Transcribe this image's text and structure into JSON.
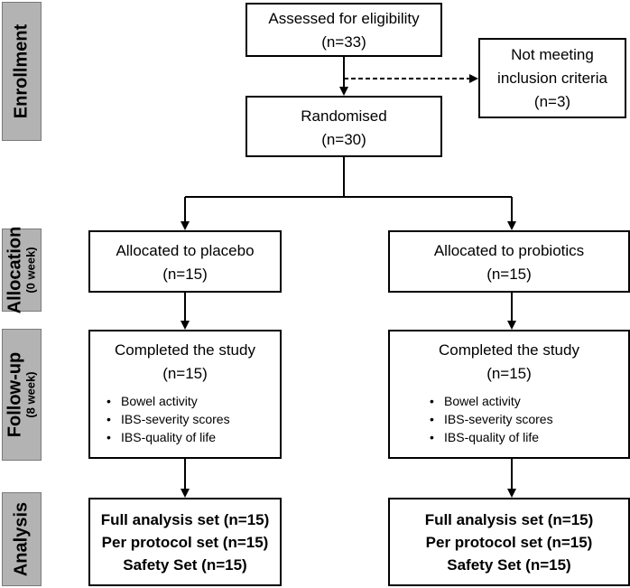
{
  "stages": {
    "enrollment": {
      "label": "Enrollment"
    },
    "allocation": {
      "label": "Allocation",
      "sub": "(0 week)"
    },
    "followup": {
      "label": "Follow-up",
      "sub": "(8 week)"
    },
    "analysis": {
      "label": "Analysis"
    }
  },
  "enrollment": {
    "assessed": {
      "title": "Assessed for eligibility",
      "count": "(n=33)"
    },
    "excluded": {
      "title_1": "Not meeting",
      "title_2": "inclusion criteria",
      "count": "(n=3)"
    },
    "randomised": {
      "title": "Randomised",
      "count": "(n=30)"
    }
  },
  "allocation": {
    "placebo": {
      "title": "Allocated to placebo",
      "count": "(n=15)"
    },
    "probiotics": {
      "title": "Allocated to probiotics",
      "count": "(n=15)"
    }
  },
  "followup": {
    "placebo": {
      "title": "Completed the study",
      "count": "(n=15)",
      "items": [
        "Bowel activity",
        "IBS-severity scores",
        "IBS-quality of life"
      ]
    },
    "probiotics": {
      "title": "Completed the study",
      "count": "(n=15)",
      "items": [
        "Bowel activity",
        "IBS-severity scores",
        "IBS-quality of life"
      ]
    }
  },
  "analysis": {
    "placebo": {
      "lines": [
        "Full analysis set (n=15)",
        "Per protocol set (n=15)",
        "Safety Set (n=15)"
      ]
    },
    "probiotics": {
      "lines": [
        "Full analysis set (n=15)",
        "Per protocol set (n=15)",
        "Safety Set (n=15)"
      ]
    }
  }
}
